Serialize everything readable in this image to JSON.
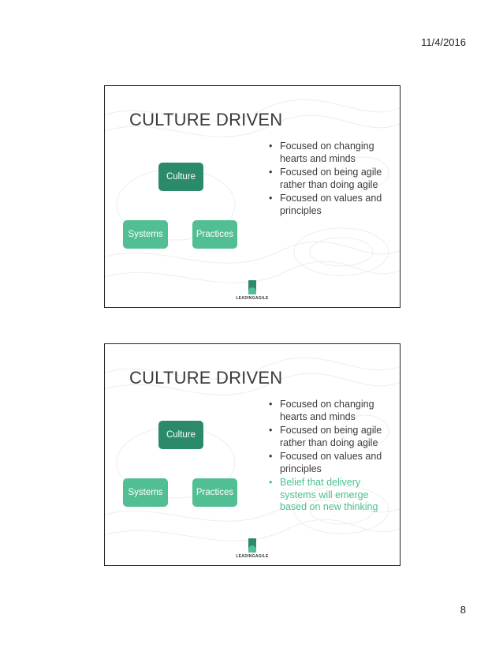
{
  "header": {
    "date": "11/4/2016"
  },
  "footer": {
    "page_number": "8"
  },
  "slides": [
    {
      "title": "CULTURE DRIVEN",
      "diagram": {
        "culture": "Culture",
        "systems": "Systems",
        "practices": "Practices"
      },
      "bullets": [
        "Focused on changing hearts and minds",
        "Focused on being agile rather than doing agile",
        "Focused on values and principles"
      ],
      "logo": "LEADINGAGILE"
    },
    {
      "title": "CULTURE DRIVEN",
      "diagram": {
        "culture": "Culture",
        "systems": "Systems",
        "practices": "Practices"
      },
      "bullets": [
        "Focused on changing hearts and minds",
        "Focused on being agile rather than doing agile",
        "Focused on values and principles"
      ],
      "highlight_bullet": "Belief that delivery systems will emerge based on new thinking",
      "logo": "LEADINGAGILE"
    }
  ],
  "colors": {
    "culture_box": "#2b8a6a",
    "sub_box": "#52be93",
    "highlight_text": "#4cbf8c"
  }
}
